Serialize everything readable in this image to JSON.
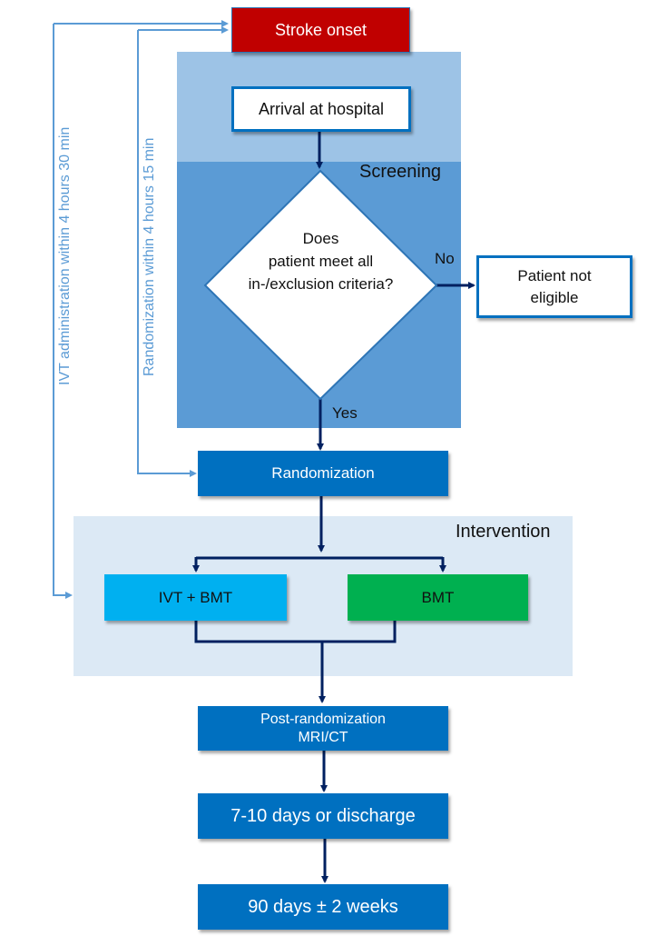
{
  "nodes": {
    "stroke_onset": "Stroke onset",
    "arrival": "Arrival at hospital",
    "decision": [
      "Does",
      "patient meet all",
      "in-/exclusion criteria?"
    ],
    "not_eligible": [
      "Patient not",
      "eligible"
    ],
    "randomization": "Randomization",
    "ivt_bmt": "IVT + BMT",
    "bmt": "BMT",
    "post_mri": [
      "Post-randomization",
      "MRI/CT"
    ],
    "day7": "7-10 days or discharge",
    "day90": "90 days ± 2 weeks"
  },
  "zones": {
    "screening": "Screening",
    "intervention": "Intervention"
  },
  "edges": {
    "no": "No",
    "yes": "Yes"
  },
  "timelines": {
    "ivt": "IVT administration within 4 hours 30 min",
    "randomization": "Randomization within 4 hours 15 min"
  },
  "colors": {
    "stroke": "#c00000",
    "screening_top": "#9dc3e6",
    "screening_bottom": "#5b9bd5",
    "primary_box": "#0070c0",
    "ivt": "#00b0f0",
    "bmt": "#00b050",
    "intervention_bg": "#dce9f5",
    "arrow": "#002060",
    "timeline": "#5b9bd5"
  }
}
